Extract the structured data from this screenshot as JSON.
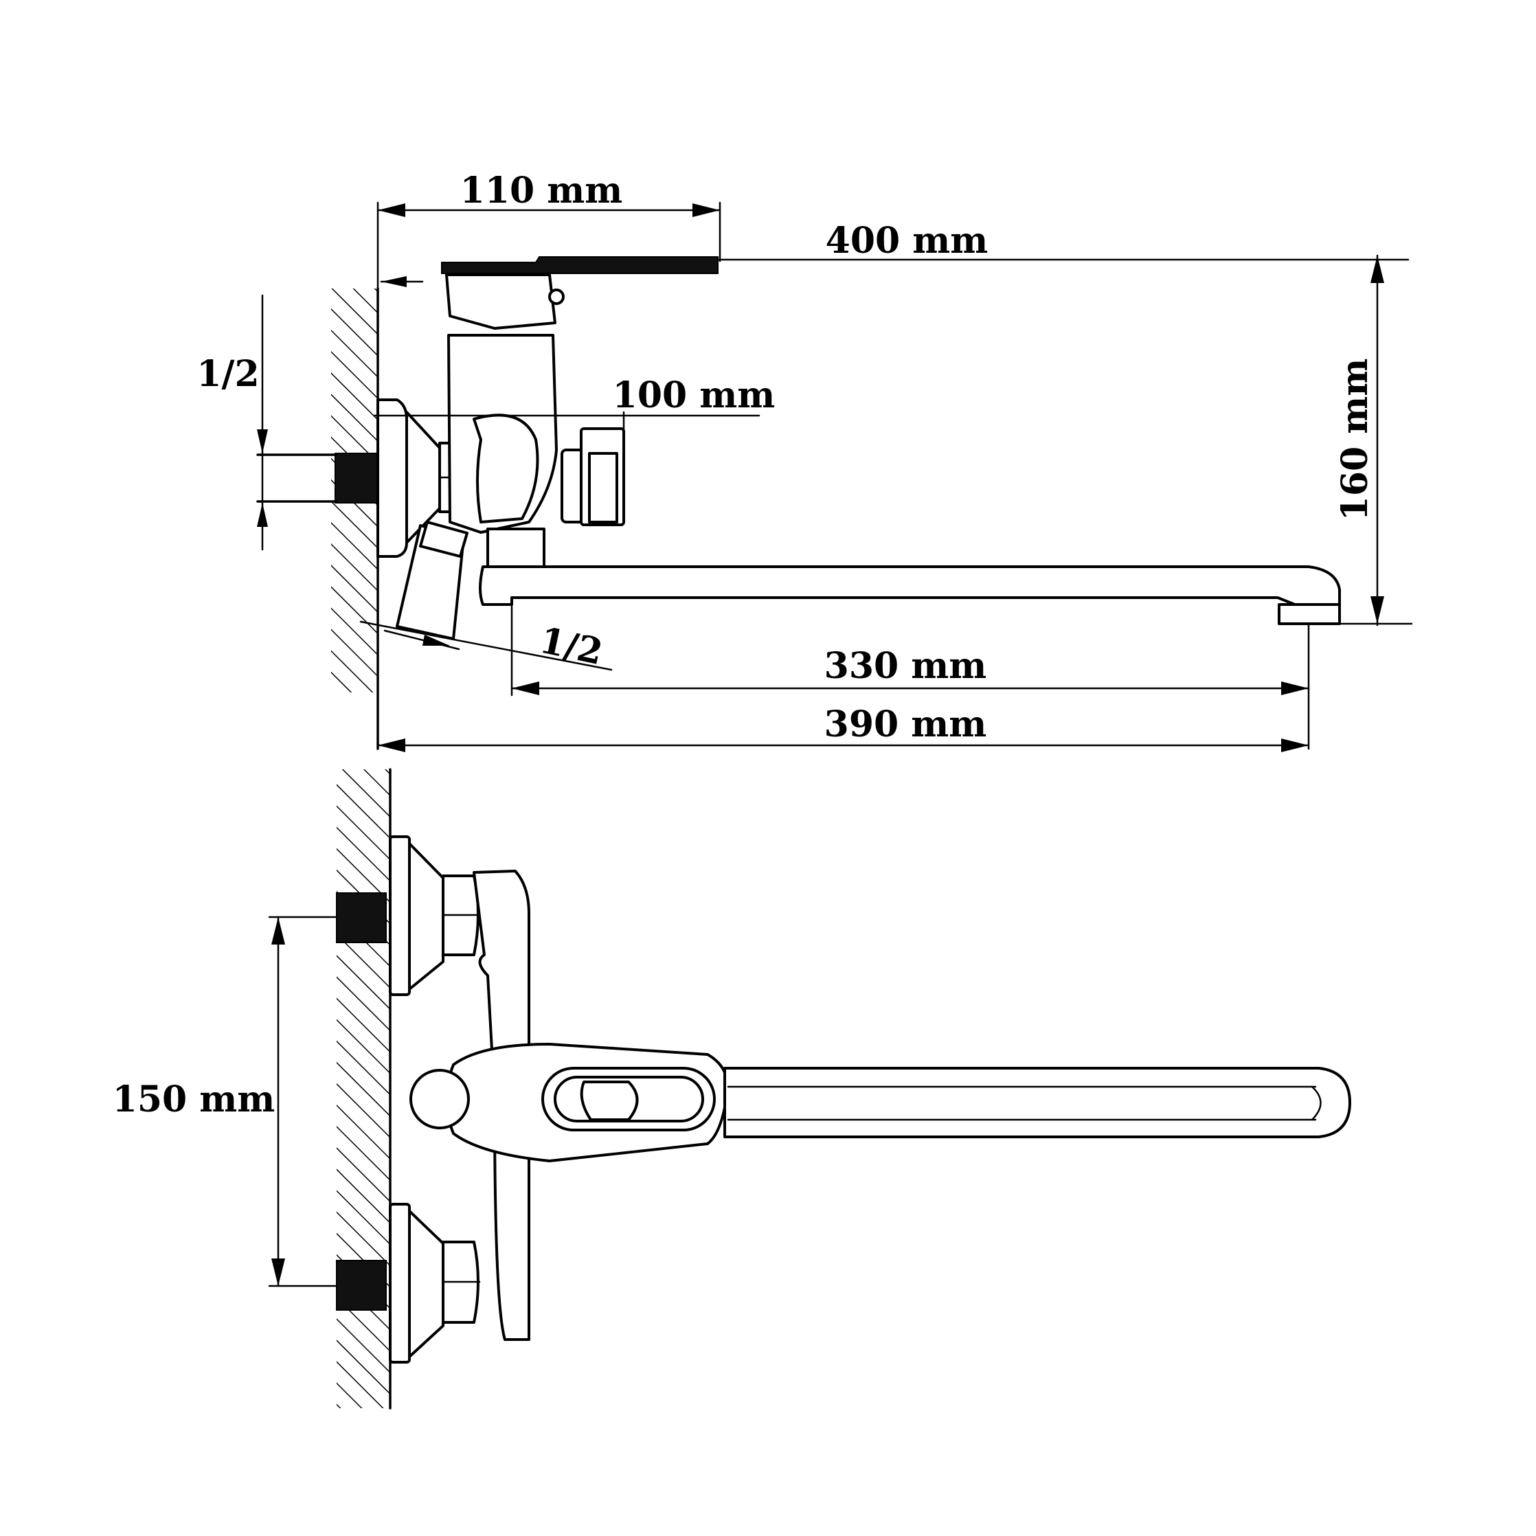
{
  "side_view": {
    "dimensions": {
      "overall_height": "400 mm",
      "handle_reach": "110 mm",
      "outlet_height": "100 mm",
      "spout_height": "160 mm",
      "spout_length": "330 mm",
      "total_length": "390 mm",
      "inlet_thread": "1/2",
      "diverter_thread": "1/2"
    }
  },
  "front_view": {
    "dimensions": {
      "inlet_spacing": "150 mm"
    }
  },
  "colors": {
    "line": "#000000",
    "background": "#ffffff",
    "fill_dark": "#111111"
  }
}
